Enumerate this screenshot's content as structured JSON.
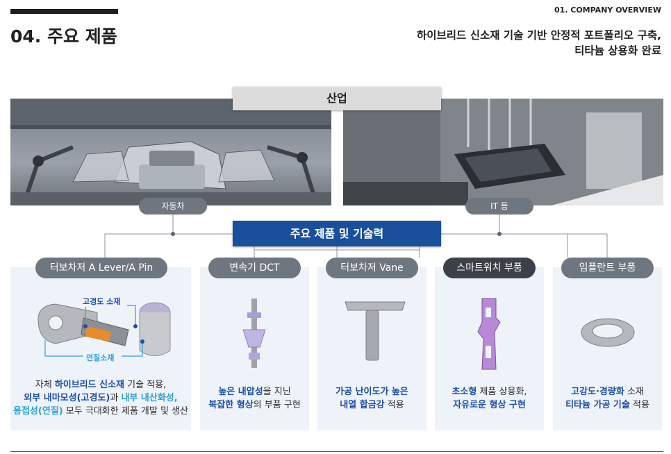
{
  "header": {
    "section_tag": "01. COMPANY OVERVIEW",
    "page_title": "04. 주요 제품",
    "subtitle_line1": "하이브리드 신소재 기술 기반 안정적 포트폴리오 구축,",
    "subtitle_line2": "티타늄 상용화 완료"
  },
  "industry": {
    "label": "산업",
    "automotive_label": "자동차",
    "it_label": "IT 등"
  },
  "core": {
    "label": "주요 제품 및 기술력"
  },
  "products": [
    {
      "tab": "터보차저 A Lever/A Pin",
      "callout_top": "고경도 소재",
      "callout_bottom": "연질소재",
      "desc": {
        "l1_a": "자체 ",
        "l1_b": "하이브리드 신소재",
        "l1_c": " 기술 적용,",
        "l2_a": "외부 내마모성(고경도)",
        "l2_b": "과 ",
        "l2_c": "내부 내산화성,",
        "l3_a": "용접성(연질)",
        "l3_b": " 모두 극대화한 제품 개발 및 생산"
      }
    },
    {
      "tab": "변속기 DCT",
      "desc": {
        "l1_a": "높은 내압성",
        "l1_b": "을 지닌",
        "l2_a": "복잡한 형상",
        "l2_b": "의 부품 구현"
      }
    },
    {
      "tab": "터보차저 Vane",
      "desc": {
        "l1_a": "가공 난이도가 높은",
        "l2_a": "내열 합금강",
        "l2_b": " 적용"
      }
    },
    {
      "tab": "스마트워치 부품",
      "desc": {
        "l1_a": "초소형",
        "l1_b": " 제품 상용화,",
        "l2_a": "자유로운 형상 구현"
      }
    },
    {
      "tab": "임플란트 부품",
      "desc": {
        "l1_a": "고강도·경량화",
        "l1_b": " 소재",
        "l2_a": "티타늄 가공 기술",
        "l2_b": " 적용"
      }
    }
  ],
  "colors": {
    "navy": "#1a4f9c",
    "accent_blue": "#1b4fa8",
    "sky_blue": "#2ea0d6",
    "card_bg": "#eef2f9",
    "pill_grey": "#6e7680",
    "pill_dark": "#3c4047"
  },
  "icons": [
    "factory-photo",
    "electronics-photo",
    "lever-pin-part",
    "dct-shaft-part",
    "vane-part",
    "smartwatch-bracket-part",
    "implant-ring-part"
  ]
}
